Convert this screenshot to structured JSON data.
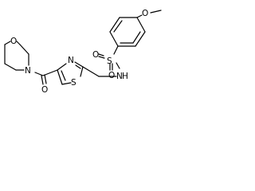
{
  "molecule": {
    "atoms": {
      "o_methoxy": "O",
      "s_sulfonyl": "S",
      "o_sulfonyl_top": "O",
      "o_sulfonyl_bottom": "O",
      "n_sulfonamide": "N",
      "h_sulfonamide": "H",
      "s_thiazole": "S",
      "n_thiazole": "N",
      "o_carbonyl": "O",
      "n_morpholine": "N",
      "o_morpholine": "O"
    },
    "colors": {
      "bond": "#000000",
      "label": "#000000",
      "background": "#ffffff"
    }
  }
}
